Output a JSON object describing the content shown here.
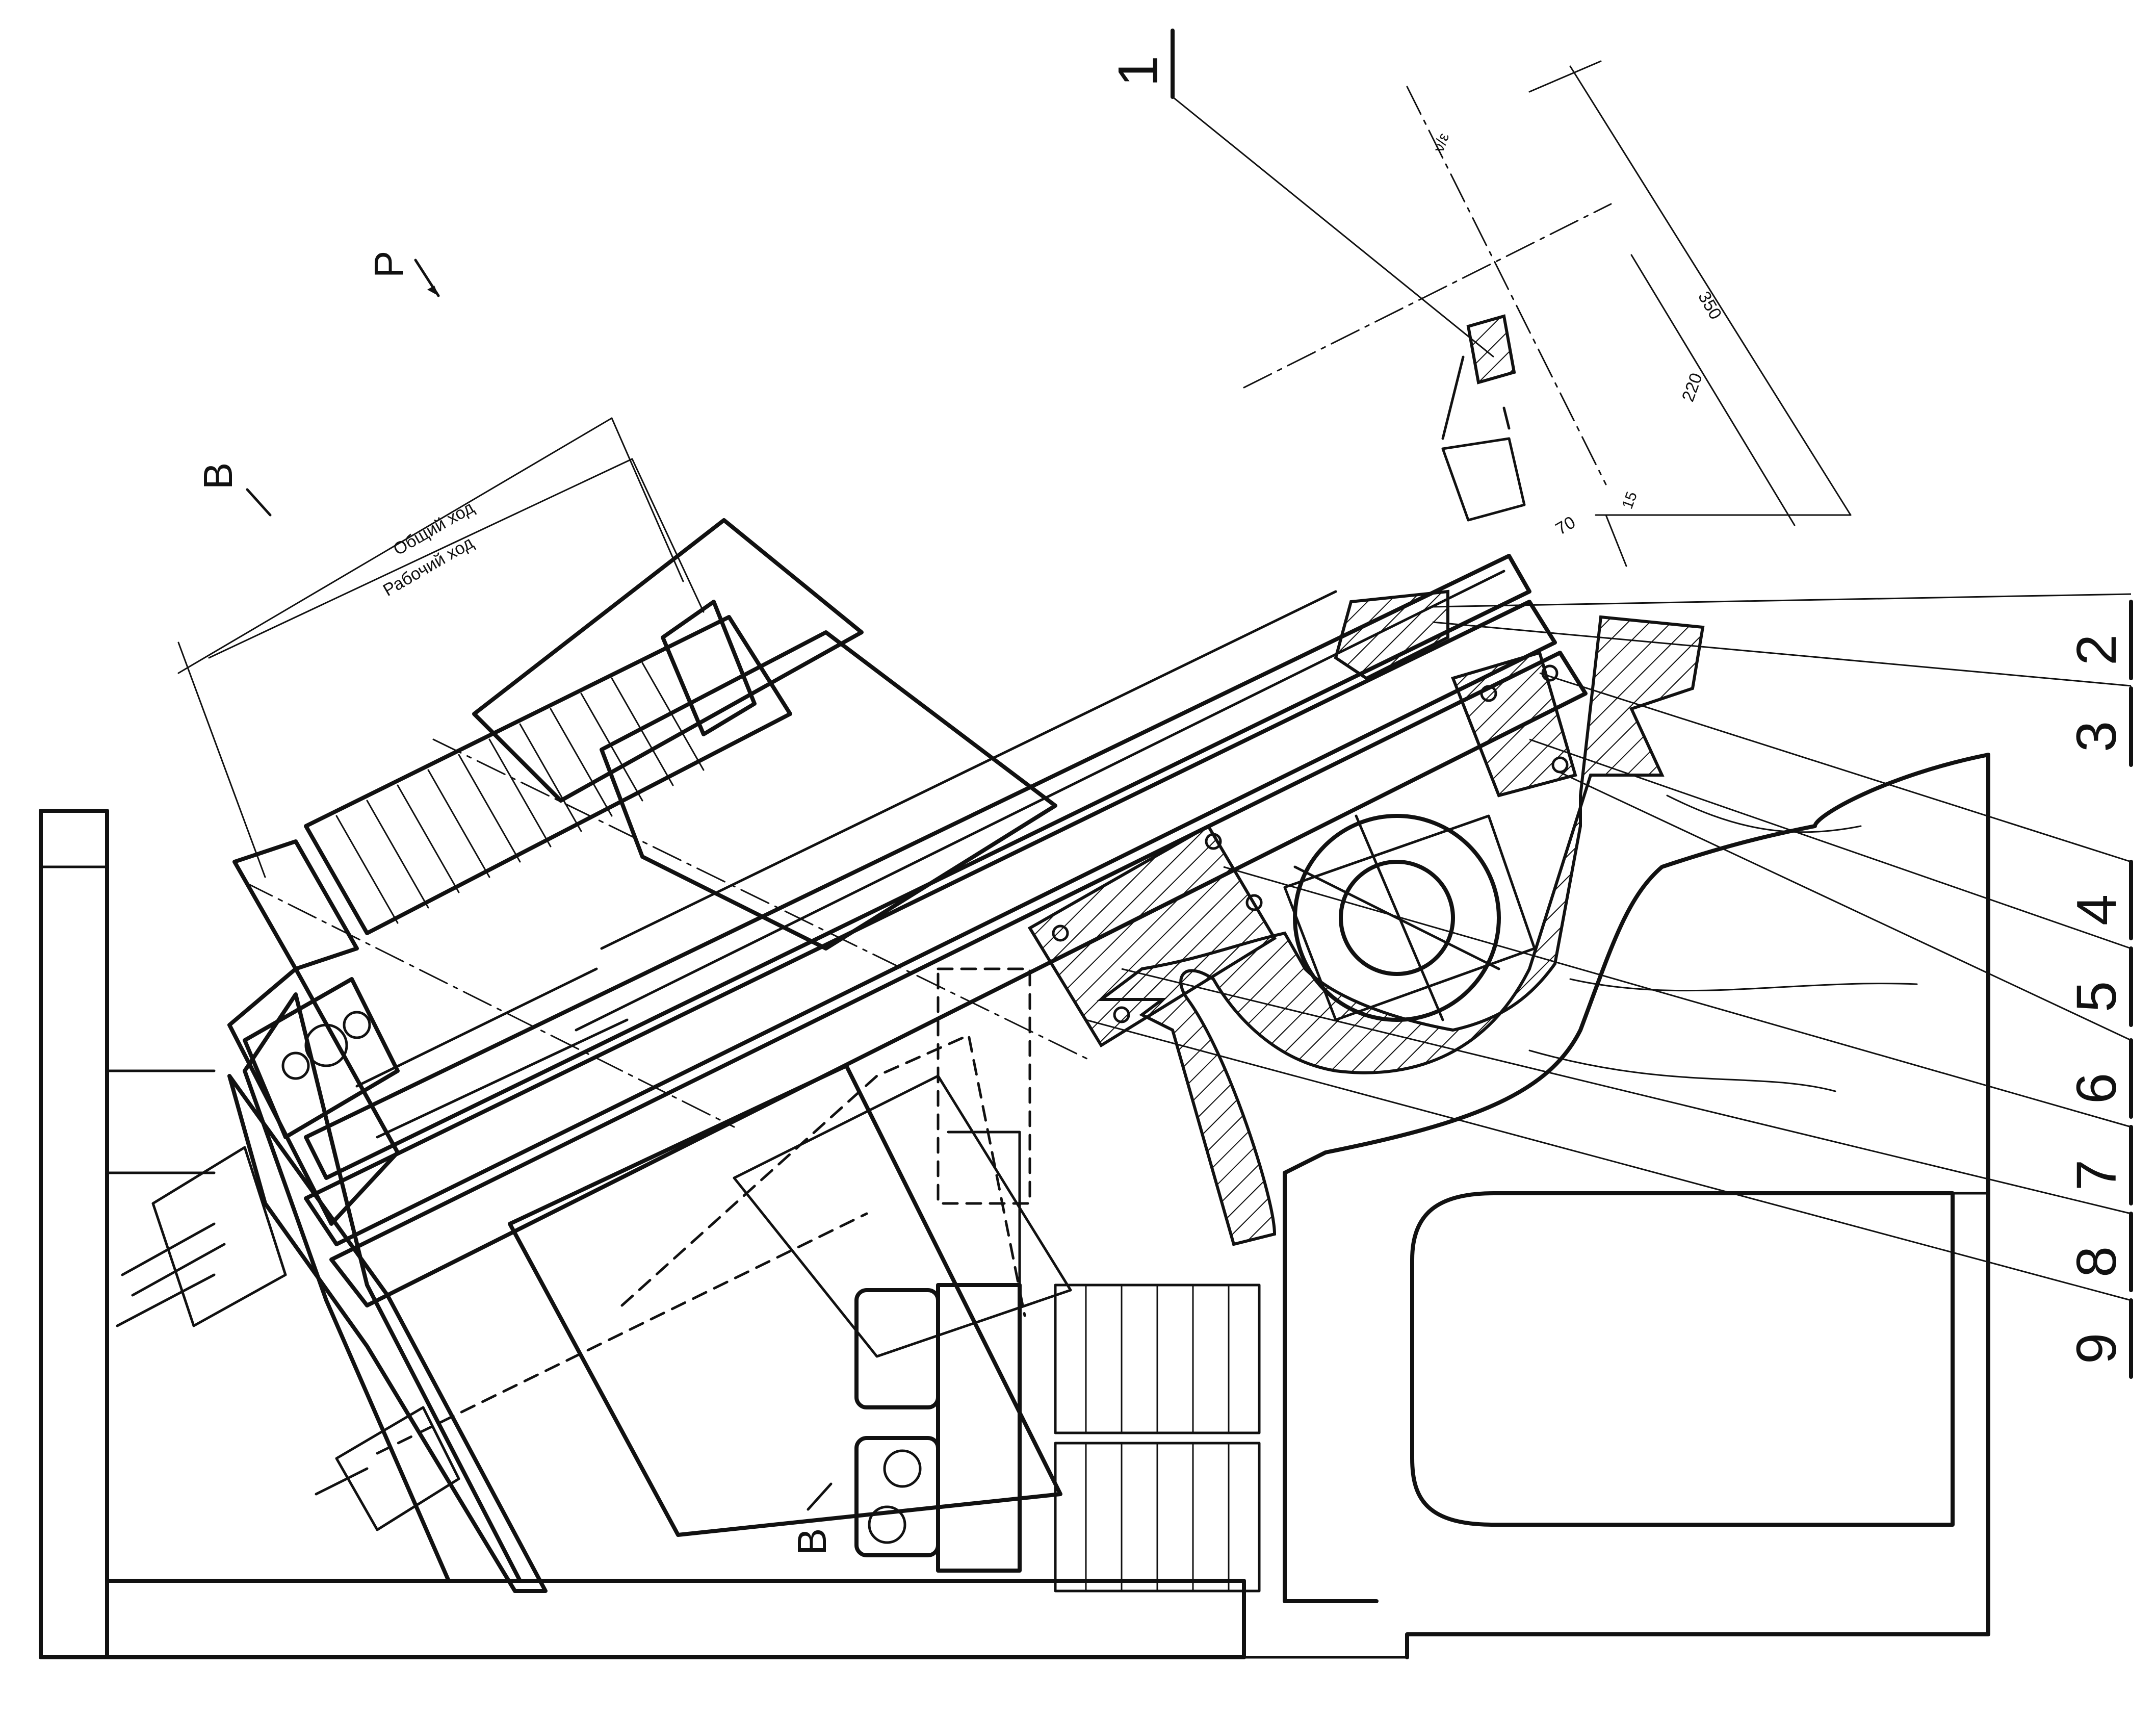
{
  "drawing": {
    "callouts": [
      {
        "id": "1",
        "label": "1"
      },
      {
        "id": "2",
        "label": "2"
      },
      {
        "id": "3",
        "label": "3"
      },
      {
        "id": "4",
        "label": "4"
      },
      {
        "id": "5",
        "label": "5"
      },
      {
        "id": "6",
        "label": "6"
      },
      {
        "id": "7",
        "label": "7"
      },
      {
        "id": "8",
        "label": "8"
      },
      {
        "id": "9",
        "label": "9"
      }
    ],
    "section_marks": {
      "top": "В",
      "bottom": "В"
    },
    "view_arrow": "Р",
    "dimensions": {
      "total_stroke": "Общий ход",
      "working_stroke": "Рабочий ход",
      "d350": "350",
      "d220": "220",
      "d70": "70",
      "d15": "15"
    },
    "note_mark": "ν/ε"
  }
}
